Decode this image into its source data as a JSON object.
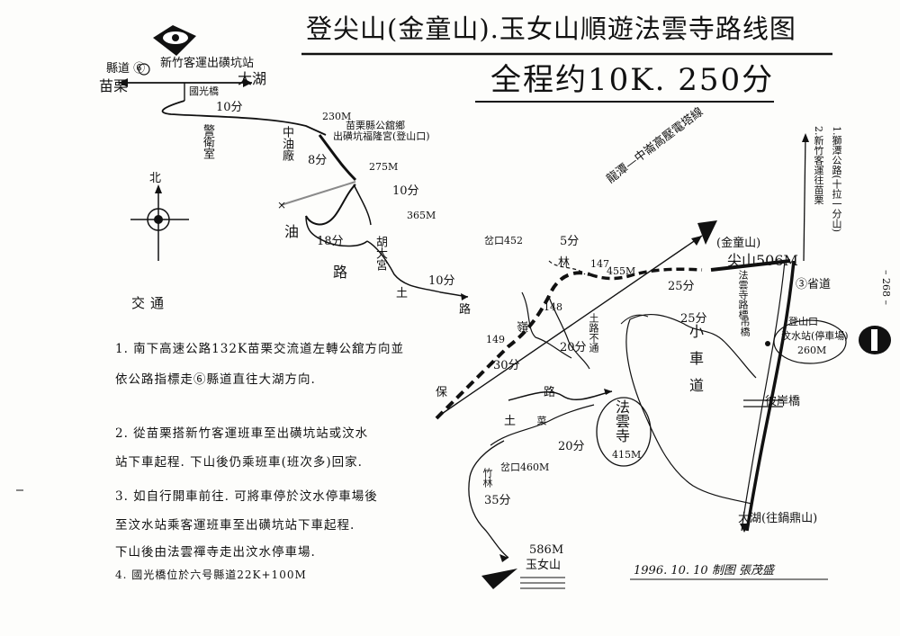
{
  "title": "登尖山(金童山).玉女山順遊法雲寺路线图",
  "subtitle": "全程约10K. 250分",
  "credit": "1996. 10. 10 制图 張茂盛",
  "page_number": "– 268 –",
  "north_label": "北",
  "legend_heading": "交通",
  "notes": [
    "1. 南下高速公路132K苗栗交流道左轉公舘方向並",
    "依公路指標走⑥縣道直往大湖方向.",
    "2. 從苗栗搭新竹客運班車至出磺坑站或汶水",
    "站下車起程. 下山後仍乘班車(班次多)回家.",
    "3. 如自行開車前往. 可將車停於汶水停車場後",
    "至汶水站乘客運班車至出磺坑站下車起程.",
    "下山後由法雲禪寺走出汶水停車場.",
    "4. 國光橋位於六号縣道22K+100M"
  ],
  "map_labels": {
    "county_road_6": "縣道 ⑥",
    "bus_stop_top": "新竹客運出磺坑站",
    "miaoli": "苗栗",
    "dahu": "大湖",
    "guoguang_bridge": "國光橋",
    "time_10min_a": "10分",
    "police": "警衛室",
    "refinery": "中油廠",
    "trailhead_alt": "230M",
    "trailhead_note1": "苗栗縣公舘鄉",
    "trailhead_note2": "出磺坑福隆宮(登山口)",
    "time_8min": "8分",
    "alt_275": "275M",
    "time_10min_b": "10分",
    "alt_365": "365M",
    "oil_road_1": "油",
    "oil_road_2": "路",
    "time_18min": "18分",
    "hu_temple": "胡大宮",
    "time_10min_c": "10分",
    "dirt_road_1": "土",
    "dirt_road_2": "路",
    "ridge_line": "龍潭—中崙高壓電塔線",
    "junction_452": "岔口452",
    "time_5min": "5分",
    "forest": "林",
    "alt_455": "455M",
    "peak_name": "(金童山)",
    "peak_label": "尖山506M",
    "time_25min_a": "25分",
    "road3": "③省道",
    "trailhead_sign": "法雲寺路標",
    "bridge_sign": "吊橋",
    "time_25min_b": "25分",
    "wenshui_head": "登山口",
    "wenshui_station": "汶水站(停車場)",
    "wenshui_alt": "260M",
    "route_label_1": "1.獅潭公路(十拉一分山)",
    "route_label_2": "2.新竹客運往苗栗",
    "car_road": "小車道",
    "bian_bridge": "彼岸橋",
    "dahu_bottom": "大湖(往鍋鼎山)",
    "tower_149": "149",
    "tower_148": "148",
    "tower_147": "147",
    "ridge_ling": "嶺",
    "time_30min": "30分",
    "time_20min_a": "20分",
    "dirt_no_through": "土路不通",
    "trail_road": "路",
    "fayun_temple": "法雲寺",
    "fayun_alt": "415M",
    "dirt_3": "土",
    "time_20min_b": "20分",
    "junction_460": "岔口460M",
    "bamboo": "竹林",
    "time_35min": "35分",
    "baozhong": "保",
    "yunv_alt": "586M",
    "yunv_peak": "玉女山",
    "vegetable": "菜"
  },
  "colors": {
    "ink": "#111111",
    "paper": "#fdfdfb",
    "gray_route": "#8a8a8a"
  }
}
